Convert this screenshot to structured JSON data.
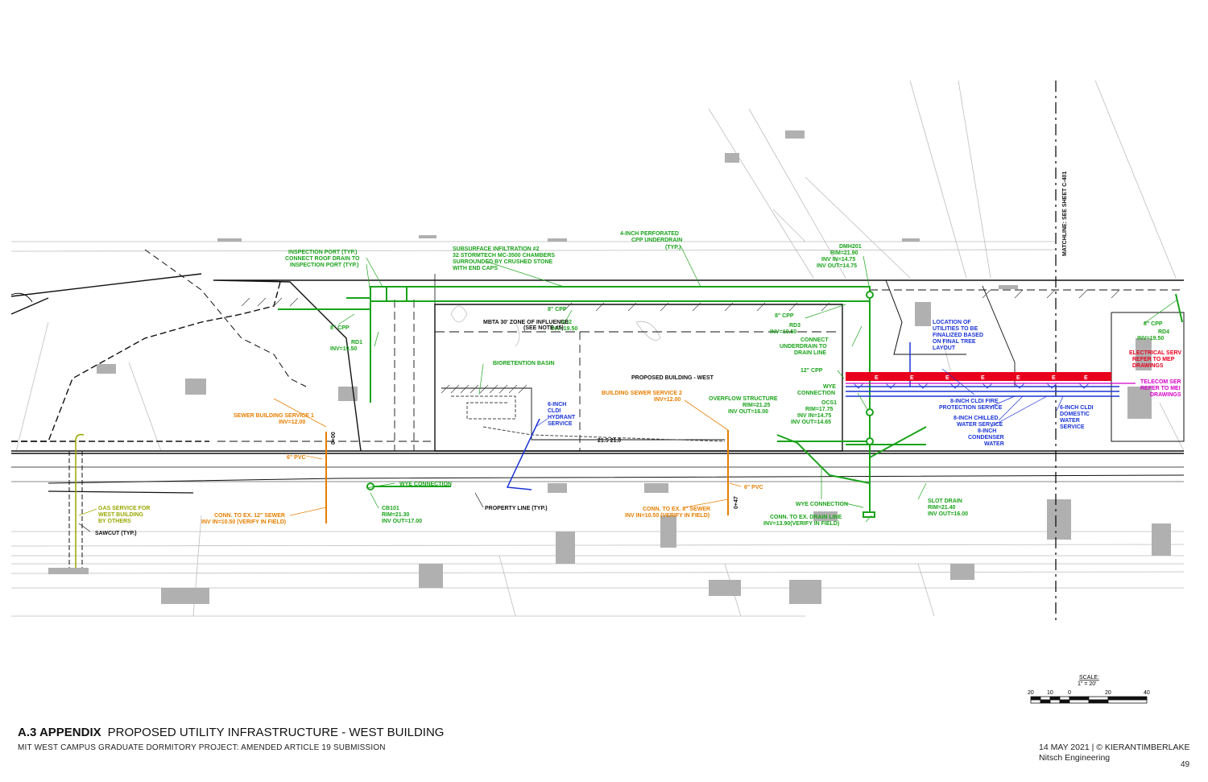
{
  "footer": {
    "section_code": "A.3 APPENDIX",
    "section_title": "PROPOSED UTILITY INFRASTRUCTURE - WEST BUILDING",
    "subtitle": "MIT WEST CAMPUS GRADUATE DORMITORY PROJECT: AMENDED ARTICLE 19 SUBMISSION",
    "date_credit": "14 MAY 2021 | © KIERANTIMBERLAKE",
    "consultant": "Nitsch Engineering",
    "page_number": "49"
  },
  "scale": {
    "label": "SCALE:",
    "ratio": "1\" = 20'",
    "ticks": [
      "20",
      "10",
      "0",
      "20",
      "40"
    ]
  },
  "matchline": "MATCHLINE: SEE SHEET C-401",
  "labels": {
    "perforated_cpp_1": "4-INCH PERFORATED",
    "perforated_cpp_2": "CPP UNDERDRAIN",
    "perforated_cpp_3": "(TYP.)",
    "subsurface_1": "SUBSURFACE INFILTRATION #2",
    "subsurface_2": "32 STORMTECH MC-3500 CHAMBERS",
    "subsurface_3": "SURROUNDED BY CRUSHED STONE",
    "subsurface_4": "WITH END CAPS",
    "inspection_1": "INSPECTION PORT (TYP.)",
    "inspection_2": "CONNECT ROOF DRAIN TO",
    "inspection_3": "INSPECTION PORT (TYP.)",
    "dmh_1": "DMH201",
    "dmh_2": "RIM=21.90",
    "dmh_3": "INV IN=14.75",
    "dmh_4": "INV OUT=14.75",
    "cpp8_a": "8\" CPP",
    "rd2_1": "RD2",
    "rd2_2": "INV=19.50",
    "mbta": "MBTA 30' ZONE OF INFLUENCE",
    "mbta_see": "(SEE NOTE #5)",
    "cpp8_b": "8\" CPP",
    "rd1_1": "RD1",
    "rd1_2": "INV=19.50",
    "cpp8_c": "8\" CPP",
    "rd3_1": "RD3",
    "rd3_2": "INV=19.50",
    "connect_1": "CONNECT",
    "connect_2": "UNDERDRAIN TO",
    "connect_3": "DRAIN LINE",
    "location_1": "LOCATION OF",
    "location_2": "UTILITIES TO BE",
    "location_3": "FINALIZED BASED",
    "location_4": "ON FINAL TREE",
    "location_5": "LAYOUT",
    "cpp8_d": "8\" CPP",
    "rd4_1": "RD4",
    "rd4_2": "INV=19.50",
    "elec_1": "ELECTRICAL SERV",
    "elec_2": "REFER TO MEP",
    "elec_3": "DRAWINGS",
    "tele_1": "TELECOM SER",
    "tele_2": "REFER TO MEI",
    "tele_3": "DRAWINGS",
    "bio": "BIORETENTION BASIN",
    "building": "PROPOSED BUILDING - WEST",
    "cpp12": "12\" CPP",
    "wye_1": "WYE",
    "wye_2": "CONNECTION",
    "ocs_1": "OCS1",
    "ocs_2": "RIM=17.75",
    "ocs_3": "INV IN=14.75",
    "ocs_4": "INV OUT=14.65",
    "fire_1": "8-INCH CLDI FIRE",
    "fire_2": "PROTECTION SERVICE",
    "chilled_1": "8-INCH CHILLED",
    "chilled_2": "WATER SERVICE",
    "cond_1": "8-INCH",
    "cond_2": "CONDENSER",
    "cond_3": "WATER",
    "dom_1": "6-INCH CLDI",
    "dom_2": "DOMESTIC",
    "dom_3": "WATER",
    "dom_4": "SERVICE",
    "hyd_1": "6-INCH",
    "hyd_2": "CLDI",
    "hyd_3": "HYDRANT",
    "hyd_4": "SERVICE",
    "bss2_1": "BUILDING SEWER SERVICE 2",
    "bss2_2": "INV=12.00",
    "overflow_1": "OVERFLOW STRUCTURE",
    "overflow_2": "RIM=21.25",
    "overflow_3": "INV OUT=16.00",
    "bss1_1": "SEWER BUILDING SERVICE 1",
    "bss1_2": "INV=12.00",
    "pvc6_a": "6\" PVC",
    "pvc6_b": "6\" PVC",
    "wye_conn_a": "WYE CONNECTION",
    "wye_conn_b": "WYE CONNECTION",
    "prop_line": "PROPERTY LINE (TYP.)",
    "cb_1": "CB101",
    "cb_2": "RIM=21.30",
    "cb_3": "INV OUT=17.00",
    "slot_1": "SLOT DRAIN",
    "slot_2": "RIM=21.40",
    "slot_3": "INV OUT=16.00",
    "conn_drain_1": "CONN. TO EX. DRAIN LINE",
    "conn_drain_2": "INV=13.90(VERIFY IN FIELD)",
    "conn_sew_a1": "CONN. TO EX. 12\" SEWER",
    "conn_sew_a2": "INV IN=10.50 (VERIFY IN FIELD)",
    "conn_sew_b1": "CONN. TO EX. 8\" SEWER",
    "conn_sew_b2": "INV IN=10.50 (VERIFY IN FIELD)",
    "gas_1": "GAS SERVICE FOR",
    "gas_2": "WEST BUILDING",
    "gas_3": "BY OTHERS",
    "sawcut": "SAWCUT (TYP.)",
    "sta_1": "0+00",
    "sta_2": "0+47",
    "elev": "21.5 21.0"
  },
  "colors": {
    "storm": "#1aa31a",
    "sewer": "#e67e00",
    "water": "#1b34d6",
    "electric": "#e8001c",
    "telecom": "#d400c8",
    "gas": "#9aa800",
    "base": "#111111",
    "existing": "#9a9a9a"
  }
}
